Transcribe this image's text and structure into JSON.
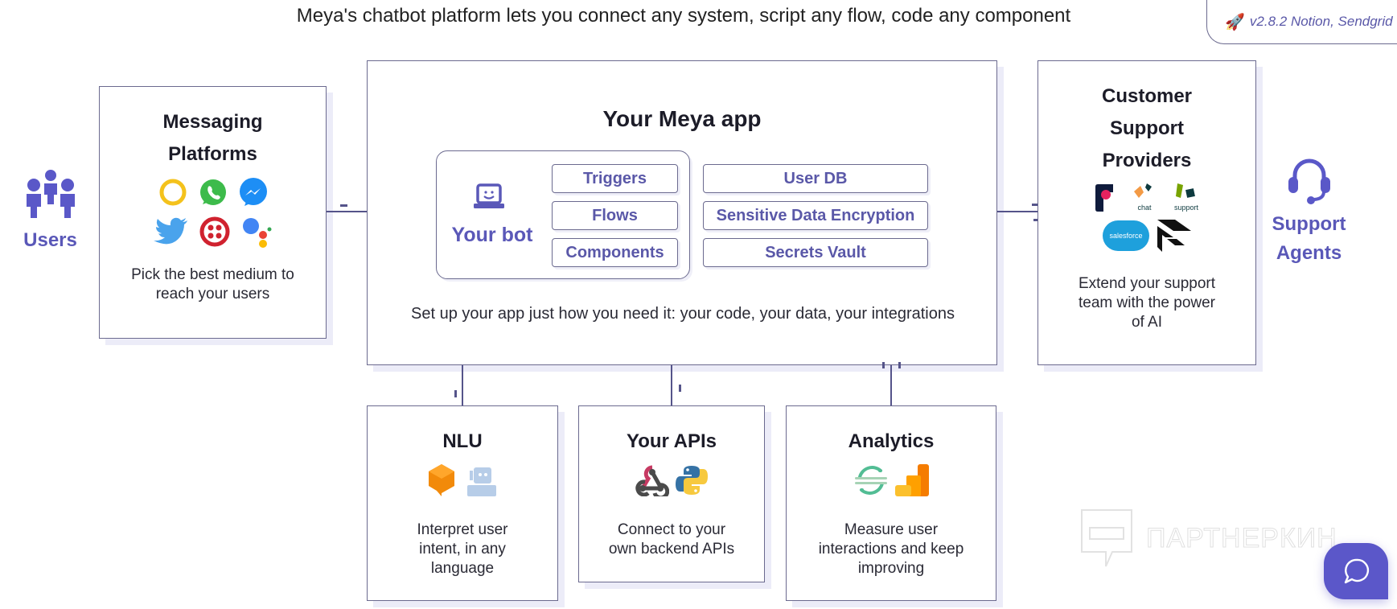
{
  "header": {
    "tagline": "Meya's chatbot platform lets you connect any system, script any flow, code any component",
    "release_badge": "v2.8.2 Notion, Sendgrid",
    "release_icon": "rocket-icon"
  },
  "users": {
    "label": "Users",
    "icon": "users-icon"
  },
  "messaging": {
    "title_line1": "Messaging",
    "title_line2": "Platforms",
    "icons": [
      "google-chat-ring-icon",
      "whatsapp-icon",
      "messenger-icon",
      "twitter-icon",
      "twilio-icon",
      "google-assistant-icon"
    ],
    "desc_line1": "Pick the best medium to",
    "desc_line2": "reach your users"
  },
  "app": {
    "title": "Your Meya app",
    "bot": {
      "label": "Your bot",
      "icon": "laptop-smile-icon",
      "items": [
        "Triggers",
        "Flows",
        "Components"
      ]
    },
    "services": [
      "User DB",
      "Sensitive Data Encryption",
      "Secrets Vault"
    ],
    "desc": "Set up your app just how you need it: your code, your data, your integrations"
  },
  "support_providers": {
    "title_line1": "Customer",
    "title_line2": "Support",
    "title_line3": "Providers",
    "logo_chat_label": "chat",
    "logo_support_label": "support",
    "logo_salesforce_label": "salesforce",
    "desc_line1": "Extend your support",
    "desc_line2": "team with the power",
    "desc_line3": "of AI"
  },
  "agents": {
    "label_line1": "Support",
    "label_line2": "Agents",
    "icon": "headset-icon"
  },
  "nlu": {
    "title": "NLU",
    "desc_line1": "Interpret user",
    "desc_line2": "intent, in any",
    "desc_line3": "language"
  },
  "apis": {
    "title": "Your APIs",
    "desc_line1": "Connect to your",
    "desc_line2": "own backend APIs"
  },
  "analytics": {
    "title": "Analytics",
    "desc_line1": "Measure user",
    "desc_line2": "interactions and keep",
    "desc_line3": "improving"
  },
  "watermark": "ПАРТНЕРКИН",
  "colors": {
    "accent": "#5a58b8",
    "border": "#6b6a8f",
    "chat_button": "#5b57c9"
  }
}
